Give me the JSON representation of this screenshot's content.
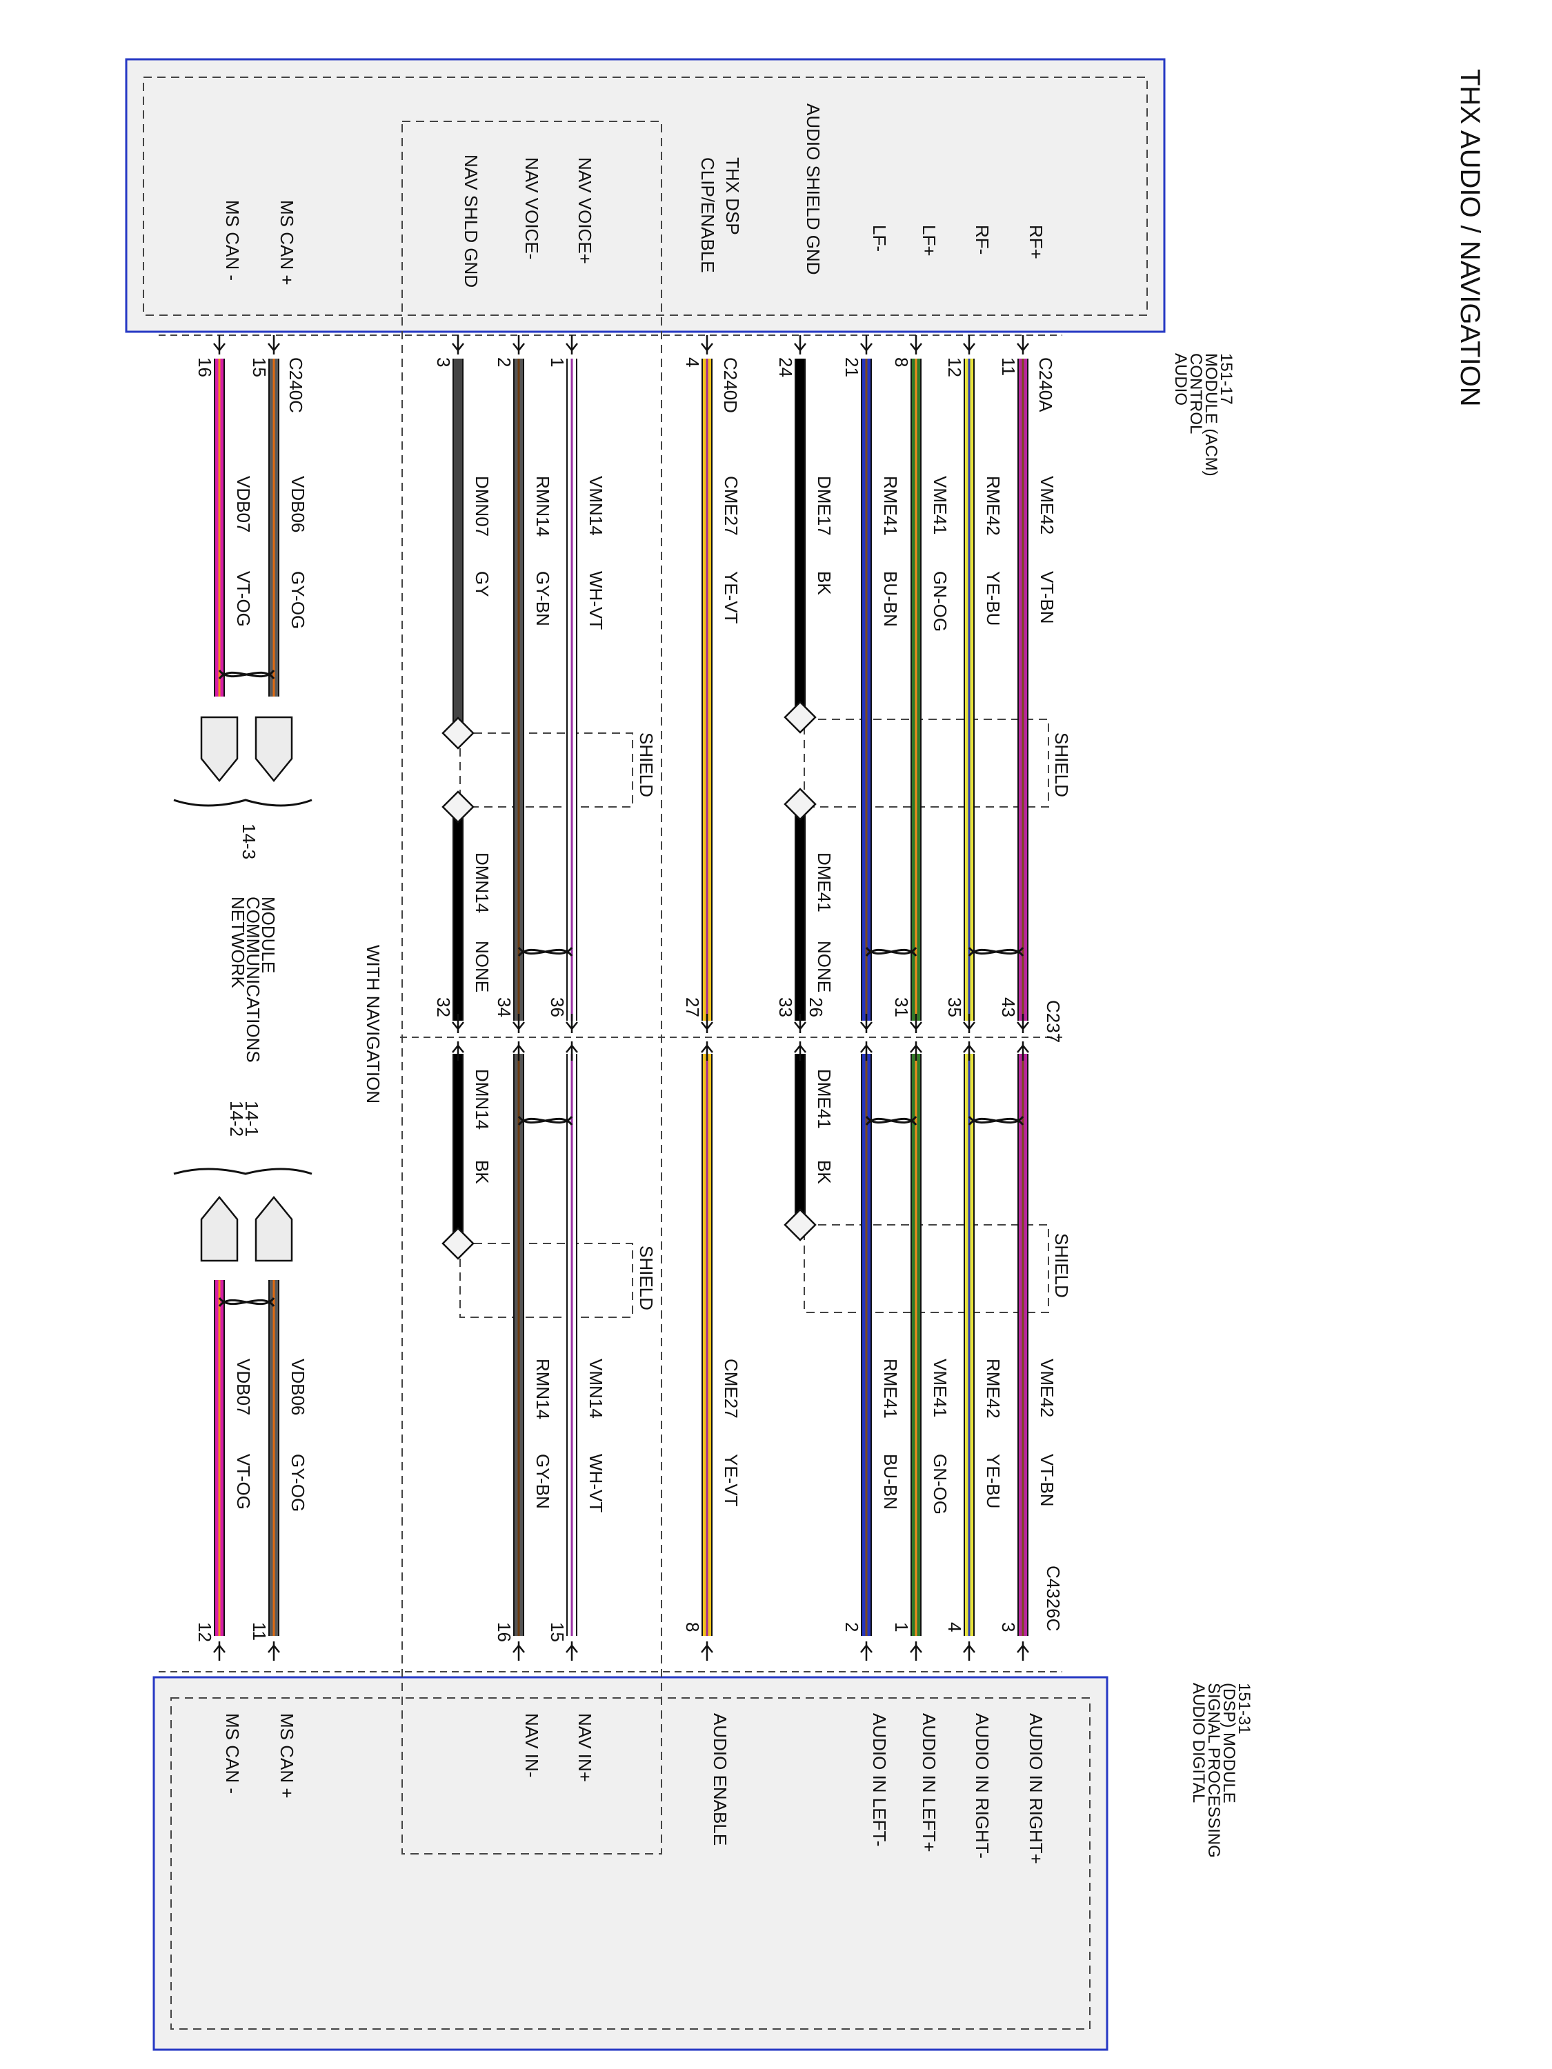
{
  "title": "THX AUDIO / NAVIGATION",
  "acm": {
    "name": [
      "AUDIO",
      "CONTROL",
      "MODULE (ACM)",
      "151-17"
    ],
    "pins": [
      "RF+",
      "RF-",
      "LF+",
      "LF-",
      "AUDIO SHIELD GND",
      "THX DSP",
      "CLIP/ENABLE",
      "NAV VOICE+",
      "NAV VOICE-",
      "NAV SHLD GND",
      "MS CAN +",
      "MS CAN -"
    ]
  },
  "dsp": {
    "name": [
      "AUDIO DIGITAL",
      "SIGNAL PROCESSING",
      "(DSP) MODULE",
      "151-31"
    ],
    "pins": [
      "AUDIO IN RIGHT+",
      "AUDIO IN RIGHT-",
      "AUDIO IN LEFT+",
      "AUDIO IN LEFT-",
      "AUDIO ENABLE",
      "NAV IN+",
      "NAV IN-",
      "MS CAN +",
      "MS CAN -"
    ]
  },
  "connectors": {
    "acm_a": "C240A",
    "acm_d": "C240D",
    "acm_c": "C240C",
    "inline": "C237",
    "dsp": "C4326C"
  },
  "pin_numbers": {
    "acm": [
      "11",
      "12",
      "8",
      "21",
      "24",
      "4",
      "1",
      "2",
      "3",
      "15",
      "16"
    ],
    "inline_left": [
      "43",
      "35",
      "31",
      "26",
      "33",
      "27",
      "36",
      "34",
      "32"
    ],
    "dsp": [
      "3",
      "4",
      "1",
      "2",
      "8",
      "15",
      "16",
      "11",
      "12"
    ]
  },
  "circuits": {
    "left": [
      "VME42",
      "VT-BN",
      "RME42",
      "YE-BU",
      "VME41",
      "GN-OG",
      "RME41",
      "BU-BN",
      "DME17",
      "BK",
      "CME27",
      "YE-VT",
      "VMN14",
      "WH-VT",
      "RMN14",
      "GY-BN",
      "DMN07",
      "GY",
      "VDB06",
      "GY-OG",
      "VDB07",
      "VT-OG"
    ],
    "middle": [
      "DME41",
      "NONE",
      "DMN14",
      "NONE"
    ],
    "middle_right": [
      "DME41",
      "BK",
      "DMN14",
      "BK"
    ],
    "right": [
      "VME42",
      "VT-BN",
      "RME42",
      "YE-BU",
      "VME41",
      "GN-OG",
      "RME41",
      "BU-BN",
      "CME27",
      "YE-VT",
      "VMN14",
      "WH-VT",
      "RMN14",
      "GY-BN",
      "VDB06",
      "GY-OG",
      "VDB07",
      "VT-OG"
    ]
  },
  "shield_label": "SHIELD",
  "with_navigation": "WITH NAVIGATION",
  "network": {
    "name": [
      "MODULE",
      "COMMUNICATIONS",
      "NETWORK"
    ],
    "page_left": "14-3",
    "page_right": [
      "14-1",
      "14-2"
    ]
  },
  "wire_colors": {
    "VT-BN": [
      "#b8269e",
      "#7a4a1e"
    ],
    "YE-BU": [
      "#e7e23a",
      "#2c3eb0"
    ],
    "GN-OG": [
      "#2f7a2a",
      "#f08a1c"
    ],
    "BU-BN": [
      "#2636c0",
      "#7a4a1e"
    ],
    "BK": [
      "#000000",
      "#000000"
    ],
    "YE-VT": [
      "#f0c21a",
      "#a22890"
    ],
    "WH-VT": [
      "#ffffff",
      "#9b30a5"
    ],
    "GY-BN": [
      "#555555",
      "#6a3a10"
    ],
    "GY": [
      "#444444",
      "#444444"
    ],
    "GY-OG": [
      "#5a5a5a",
      "#e06a10"
    ],
    "VT-OG": [
      "#d81fa6",
      "#f08a1c"
    ]
  }
}
